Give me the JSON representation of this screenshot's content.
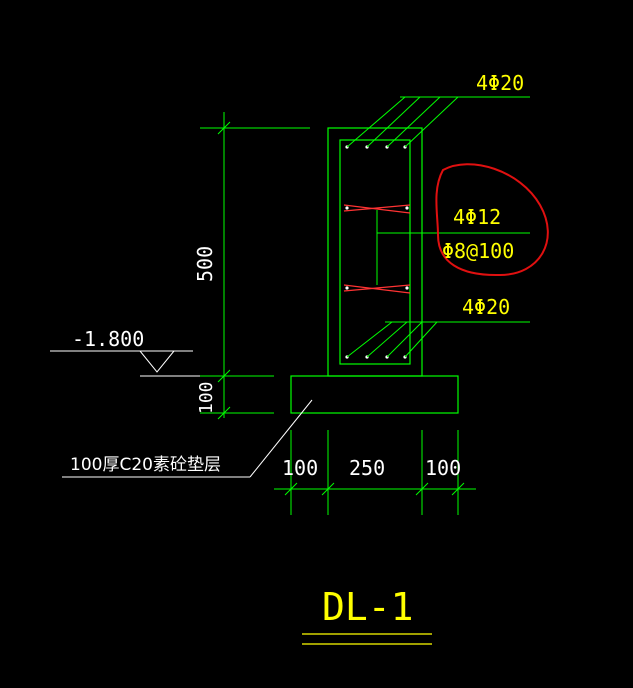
{
  "drawing": {
    "title": "DL-1",
    "rebar_top": "4Φ20",
    "rebar_side": "4Φ12",
    "stirrup": "Φ8@100",
    "rebar_bottom": "4Φ20",
    "elevation": "-1.800",
    "dim_height": "500",
    "dim_cushion": "100",
    "cushion_note": "100厚C20素砼垫层",
    "dim_left": "100",
    "dim_width": "250",
    "dim_right": "100"
  },
  "colors": {
    "background": "#000000",
    "structure": "#00ff00",
    "dimension": "#ffffff",
    "annotation_text": "#ffff00",
    "rebar": "#ff3333",
    "markup": "#e01010",
    "leader": "#00ff00"
  }
}
